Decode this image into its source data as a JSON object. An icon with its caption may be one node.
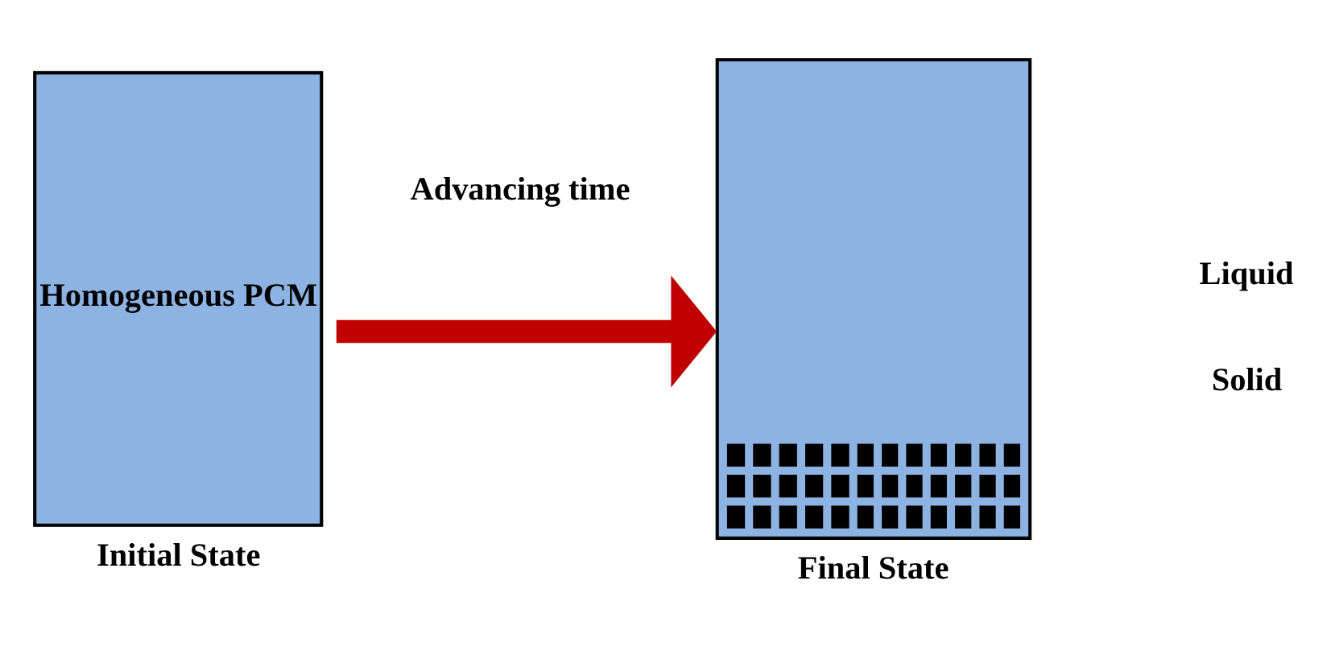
{
  "diagram": {
    "nodes": [
      {
        "text": [
          "Homogeneous PCM"
        ],
        "beside": [
          "Initial State"
        ]
      },
      {
        "text": [],
        "shape": "box",
        "beside": [
          "Final State"
        ]
      }
    ],
    "edges": [
      {
        "from": 0,
        "to": 1,
        "arrow": "to",
        "label": "Advancing time",
        "color": "#c00000"
      }
    ],
    "labels": [
      "Liquid",
      "Solid"
    ]
  }
}
